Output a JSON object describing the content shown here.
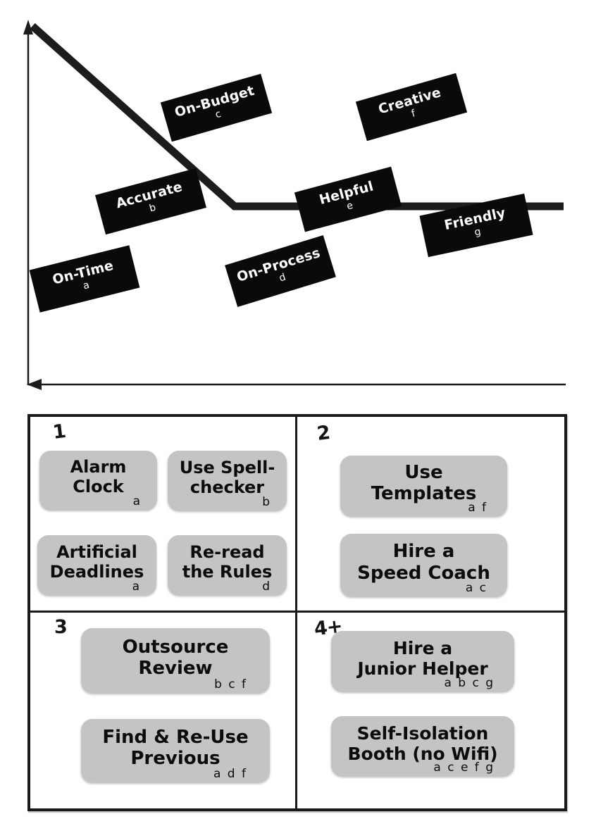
{
  "colors": {
    "label_box": "#0a0a0a",
    "label_text": "#ffffff",
    "remedy_box": "#c4c4c4",
    "remedy_text": "#0c0c0c",
    "curve_line": "#1c1c1c",
    "axis": "#1c1c1c",
    "matrix_border": "#1a1a1a"
  },
  "chart": {
    "curve": {
      "points": [
        [
          46,
          37
        ],
        [
          333,
          293
        ],
        [
          800,
          293
        ]
      ]
    },
    "labels": [
      {
        "id": "on-time",
        "text": "On-Time",
        "letter": "a"
      },
      {
        "id": "accurate",
        "text": "Accurate",
        "letter": "b"
      },
      {
        "id": "on-budget",
        "text": "On-Budget",
        "letter": "c"
      },
      {
        "id": "on-process",
        "text": "On-Process",
        "letter": "d"
      },
      {
        "id": "helpful",
        "text": "Helpful",
        "letter": "e"
      },
      {
        "id": "creative",
        "text": "Creative",
        "letter": "f"
      },
      {
        "id": "friendly",
        "text": "Friendly",
        "letter": "g"
      }
    ]
  },
  "matrix": {
    "quadrants": [
      {
        "number": "1",
        "items": [
          {
            "lines": [
              "Alarm",
              "Clock"
            ],
            "letters": "a"
          },
          {
            "lines": [
              "Use Spell-",
              "checker"
            ],
            "letters": "b"
          },
          {
            "lines": [
              "Artificial",
              "Deadlines"
            ],
            "letters": "a"
          },
          {
            "lines": [
              "Re-read",
              "the Rules"
            ],
            "letters": "d"
          }
        ]
      },
      {
        "number": "2",
        "items": [
          {
            "lines": [
              "Use",
              "Templates"
            ],
            "letters": "a f"
          },
          {
            "lines": [
              "Hire a",
              "Speed Coach"
            ],
            "letters": "a c"
          }
        ]
      },
      {
        "number": "3",
        "items": [
          {
            "lines": [
              "Outsource",
              "Review"
            ],
            "letters": "b c f"
          },
          {
            "lines": [
              "Find & Re-Use",
              "Previous"
            ],
            "letters": "a d f"
          }
        ]
      },
      {
        "number": "4+",
        "items": [
          {
            "lines": [
              "Hire a",
              "Junior Helper"
            ],
            "letters": "a b c g"
          },
          {
            "lines": [
              "Self-Isolation",
              "Booth (no Wifi)"
            ],
            "letters": "a c e f g"
          }
        ]
      }
    ]
  }
}
